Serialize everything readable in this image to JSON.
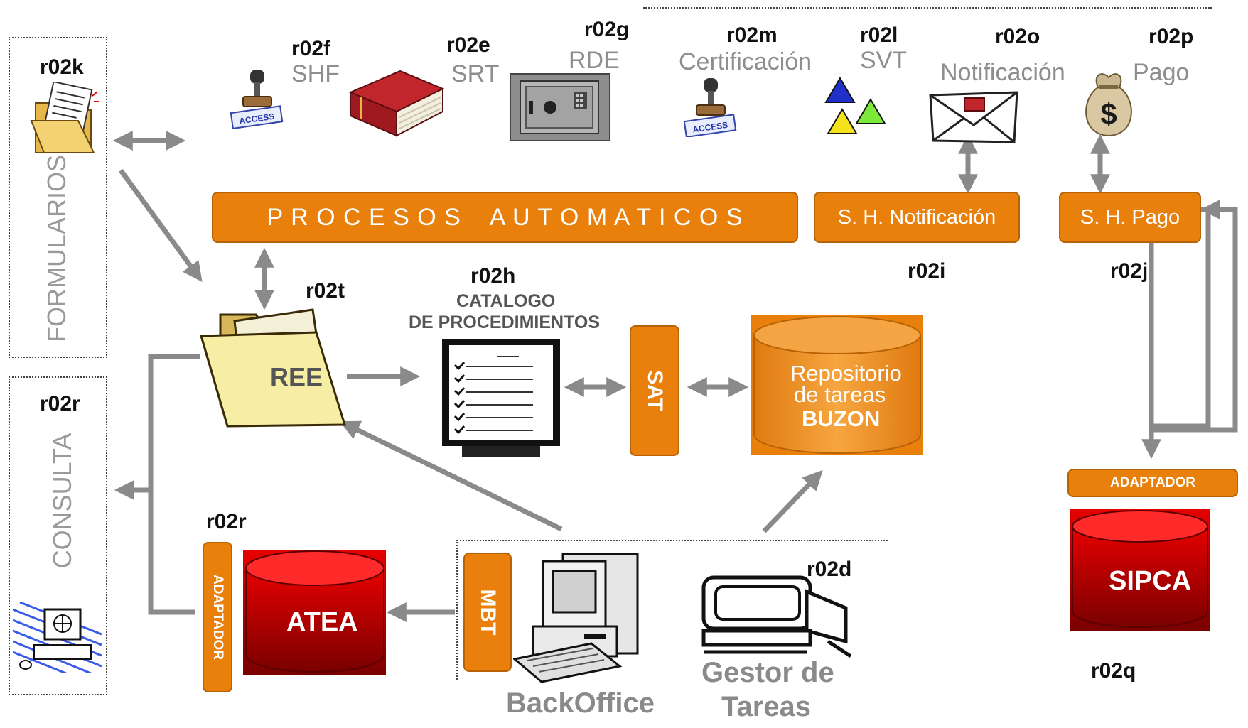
{
  "codes": {
    "r02k": "r02k",
    "r02f": "r02f",
    "r02e": "r02e",
    "r02g": "r02g",
    "r02m": "r02m",
    "r02l": "r02l",
    "r02o": "r02o",
    "r02p": "r02p",
    "r02i": "r02i",
    "r02j": "r02j",
    "r02t": "r02t",
    "r02h": "r02h",
    "r02r_consulta": "r02r",
    "r02r_atea": "r02r",
    "r02d": "r02d",
    "r02q": "r02q"
  },
  "labels": {
    "shf": "SHF",
    "srt": "SRT",
    "rde": "RDE",
    "certificacion": "Certificación",
    "svt": "SVT",
    "notificacion": "Notificación",
    "pago": "Pago",
    "procesos": "P R O C E S O S    A U T O M A T I C O S",
    "sh_notificacion": "S. H. Notificación",
    "sh_pago": "S. H. Pago",
    "catalogo_line1": "CATALOGO",
    "catalogo_line2": "DE PROCEDIMIENTOS",
    "ree": "REE",
    "sat": "SAT",
    "repo_line1": "Repositorio",
    "repo_line2": "de tareas",
    "repo_line3": "BUZON",
    "formularios": "FORMULARIOS",
    "consulta": "CONSULTA",
    "adaptador_left": "ADAPTADOR",
    "atea": "ATEA",
    "mbt": "MBT",
    "backoffice": "BackOffice",
    "gestor_line1": "Gestor de",
    "gestor_line2": "Tareas",
    "adaptador_right": "ADAPTADOR",
    "sipca": "SIPCA"
  },
  "colors": {
    "orange": "#e8800b",
    "red": "#d40000",
    "arrow": "#8a8a8a",
    "gray_text": "#8e8e8e"
  },
  "icons": [
    "forms-folder-icon",
    "rubber-stamp-icon",
    "red-book-icon",
    "safe-icon",
    "triangles-icon",
    "envelope-icon",
    "money-bag-icon",
    "open-folder-icon",
    "checklist-monitor-icon",
    "computer-icon",
    "dumb-terminal-icon",
    "web-terminal-icon"
  ]
}
